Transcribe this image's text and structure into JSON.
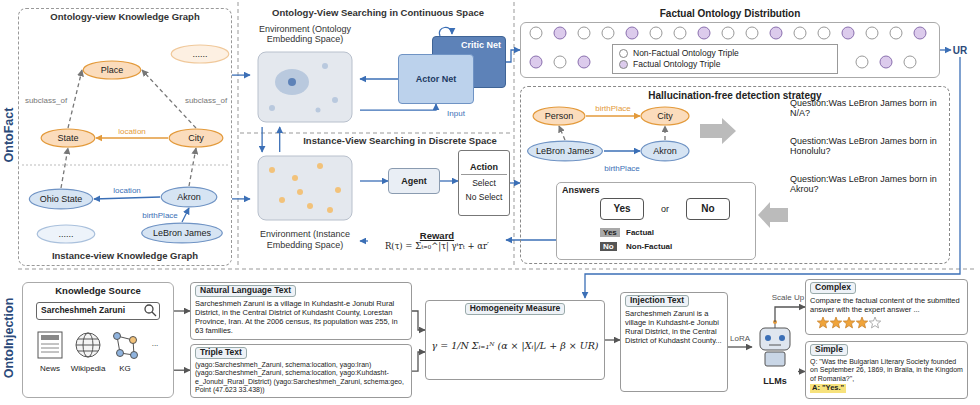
{
  "diagram": {
    "nodes": [
      {
        "text": [
          "Ontology-view Knowledge Graph",
          "Instance-view Knowledge Graph"
        ]
      },
      {
        "text": [
          "Place"
        ],
        "in": 0
      },
      {
        "text": [
          "......"
        ],
        "in": 0
      },
      {
        "text": [
          "State"
        ],
        "in": 0
      },
      {
        "text": [
          "City"
        ],
        "in": 0
      },
      {
        "text": [
          "Ohio State"
        ],
        "in": 0
      },
      {
        "text": [
          "......"
        ],
        "in": 0
      },
      {
        "text": [
          "Akron"
        ],
        "in": 0
      },
      {
        "text": [
          "LeBron James"
        ],
        "in": 0
      },
      {
        "text": [
          "Environment (Ontology Embedding Space)"
        ]
      },
      {
        "text": [
          "Critic Net"
        ]
      },
      {
        "text": [
          "Actor Net"
        ]
      },
      {
        "text": [
          "Environment (Instance Embedding Space)"
        ]
      },
      {
        "text": [
          "Agent"
        ]
      },
      {
        "text": [
          "Action",
          "Select",
          "No Select"
        ]
      },
      {
        "text": [
          "Reward",
          "R(τ) = Σₜ₌₀^|τ| γᵗrₜ + αr′"
        ]
      },
      {
        "text": [
          "Factual Ontology Distribution"
        ]
      },
      {
        "text": [
          "Hallucination-free detection strategy"
        ]
      },
      {
        "text": [
          "Person"
        ],
        "in": 17
      },
      {
        "text": [
          "City"
        ],
        "in": 17
      },
      {
        "text": [
          "LeBron James"
        ],
        "in": 17
      },
      {
        "text": [
          "Akron"
        ],
        "in": 17
      },
      {
        "text": [
          "Answers"
        ],
        "in": 17
      },
      {
        "text": [
          "Yes"
        ],
        "in": 22
      },
      {
        "text": [
          "No"
        ],
        "in": 22
      },
      {
        "text": [
          "Knowledge Source"
        ]
      },
      {
        "text": [
          "Sarcheshmeh Zaruni"
        ],
        "in": 25
      },
      {
        "text": [
          "Natural Language Text",
          "Sarcheshmeh Zaruni is a village in Kuhdasht-e Jonubi Rural District, in the Central District of Kuhdasht County, Lorestan Province, Iran. At the 2006 census, its population was 255, in 63 families."
        ]
      },
      {
        "text": [
          "Triple Text",
          "(yago:Sarcheshmeh_Zaruni, schema:location, yago:Iran) (yago:Sarcheshmeh_Zaruni, schema:location, yago:Kuhdasht-e_Jonubi_Rural_District) (yago:Sarcheshmeh_Zaruni, schema:geo, Point (47.623 33.438))"
        ]
      },
      {
        "text": [
          "Homogeneity Measure",
          "γ = 1/N Σᵢ₌₁ᴺ (α × |Xᵢ|/L + β × UR)"
        ]
      },
      {
        "text": [
          "Injection Text",
          "Sarcheshmeh Zaruni is a village in Kuhdasht-e Jonubi Rural District, in the Central District of Kuhdasht County..."
        ]
      },
      {
        "text": [
          "LLMs"
        ]
      },
      {
        "text": [
          "Complex",
          "Compare the factual content of the submitted answer with the expert answer ..."
        ]
      },
      {
        "text": [
          "Simple",
          "Q: \"Was the Bulgarian Literary Society founded on September 26, 1869, in Braila, in the Kingdom of Romania?\",",
          "A: \"Yes.\""
        ]
      }
    ],
    "edges": [
      {
        "from": 3,
        "to": 1,
        "label": "subclass_of",
        "arrow": "to"
      },
      {
        "from": 4,
        "to": 1,
        "label": "subclass_of",
        "arrow": "to"
      },
      {
        "from": 4,
        "to": 3,
        "label": "location",
        "arrow": "to"
      },
      {
        "from": 7,
        "to": 5,
        "label": "location",
        "arrow": "to"
      },
      {
        "from": 8,
        "to": 7,
        "label": "birthPlace",
        "arrow": "to"
      },
      {
        "from": 5,
        "to": 3,
        "arrow": "to"
      },
      {
        "from": 7,
        "to": 4,
        "arrow": "to"
      },
      {
        "from": 0,
        "to": 9,
        "arrow": "to"
      },
      {
        "from": 0,
        "to": 12,
        "arrow": "to"
      },
      {
        "from": 9,
        "to": 11,
        "label": "Input",
        "arrow": "to"
      },
      {
        "from": 11,
        "to": 9,
        "arrow": "to"
      },
      {
        "from": 9,
        "to": 12,
        "arrow": "to"
      },
      {
        "from": 12,
        "to": 9,
        "arrow": "to"
      },
      {
        "from": 10,
        "to": 16,
        "arrow": "to"
      },
      {
        "from": 12,
        "to": 13,
        "arrow": "to"
      },
      {
        "from": 13,
        "to": 14,
        "arrow": "to"
      },
      {
        "from": 14,
        "to": 17,
        "arrow": "to"
      },
      {
        "from": 15,
        "to": 12,
        "arrow": "to"
      },
      {
        "from": 22,
        "to": 15,
        "arrow": "to"
      },
      {
        "from": 18,
        "to": 19,
        "label": "birthPlace",
        "arrow": "to"
      },
      {
        "from": 20,
        "to": 21,
        "label": "birthPlace",
        "arrow": "to"
      },
      {
        "from": 20,
        "to": 18,
        "arrow": "to"
      },
      {
        "from": 21,
        "to": 19,
        "arrow": "to"
      },
      {
        "from": 25,
        "to": 27,
        "arrow": "to"
      },
      {
        "from": 25,
        "to": 28,
        "arrow": "to"
      },
      {
        "from": 27,
        "to": 29,
        "arrow": "to"
      },
      {
        "from": 28,
        "to": 29,
        "arrow": "to"
      },
      {
        "from": 29,
        "to": 30,
        "arrow": "to"
      },
      {
        "from": 30,
        "to": 31,
        "label": "LoRA",
        "arrow": "to"
      },
      {
        "from": 31,
        "to": 32,
        "label": "Scale Up",
        "arrow": "to"
      },
      {
        "from": 31,
        "to": 33,
        "arrow": "to"
      }
    ],
    "labels": [
      "OntoFact",
      "OntoInjection",
      "Ontology-View Searching in Continuous Space",
      "Instance-View Searching in Discrete Space",
      "UR",
      "Question:Was LeBron James born in N/A?",
      "Question:Was LeBron James born in Honolulu?",
      "Question:Was LeBron James born in Akrou?",
      "or",
      "Yes",
      "Factual",
      "No",
      "Non-Factual",
      "News",
      "Wikipedia",
      "KG",
      "..."
    ],
    "legend": [
      {
        "text": "Non-Factual Ontology Triple",
        "color": "#ffffff"
      },
      {
        "text": "Factual Ontology Triple",
        "color": "#dccbec"
      }
    ]
  }
}
